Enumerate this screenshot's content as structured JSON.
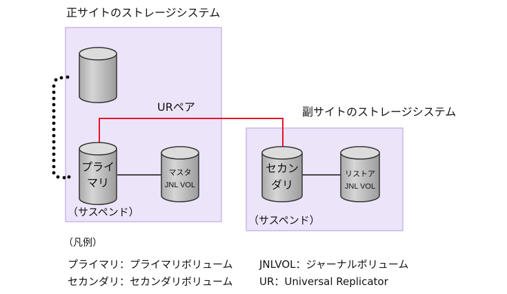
{
  "primary_site": {
    "title": "正サイトのストレージシステム",
    "primary_vol_line1": "プライ",
    "primary_vol_line2": "マリ",
    "primary_status": "（サスペンド）",
    "master_jnl_line1": "マスタ",
    "master_jnl_line2": "JNL VOL"
  },
  "secondary_site": {
    "title": "副サイトのストレージシステム",
    "secondary_vol_line1": "セカン",
    "secondary_vol_line2": "ダリ",
    "secondary_status": "（サスペンド）",
    "restore_jnl_line1": "リストア",
    "restore_jnl_line2": "JNL VOL"
  },
  "pair_label": "URペア",
  "legend": {
    "heading": "（凡例）",
    "row1_left": "プライマリ：プライマリボリューム",
    "row1_right": "JNLVOL：ジャーナルボリューム",
    "row2_left": "セカンダリ：セカンダリボリューム",
    "row2_right": "UR：Universal Replicator"
  },
  "colors": {
    "site_box_fill": "#ece4f9",
    "site_box_stroke": "#c9b6ea",
    "cylinder_fill": "#bdbdbd",
    "cylinder_top": "#dcdcdc",
    "pair_line": "#e8102a"
  }
}
